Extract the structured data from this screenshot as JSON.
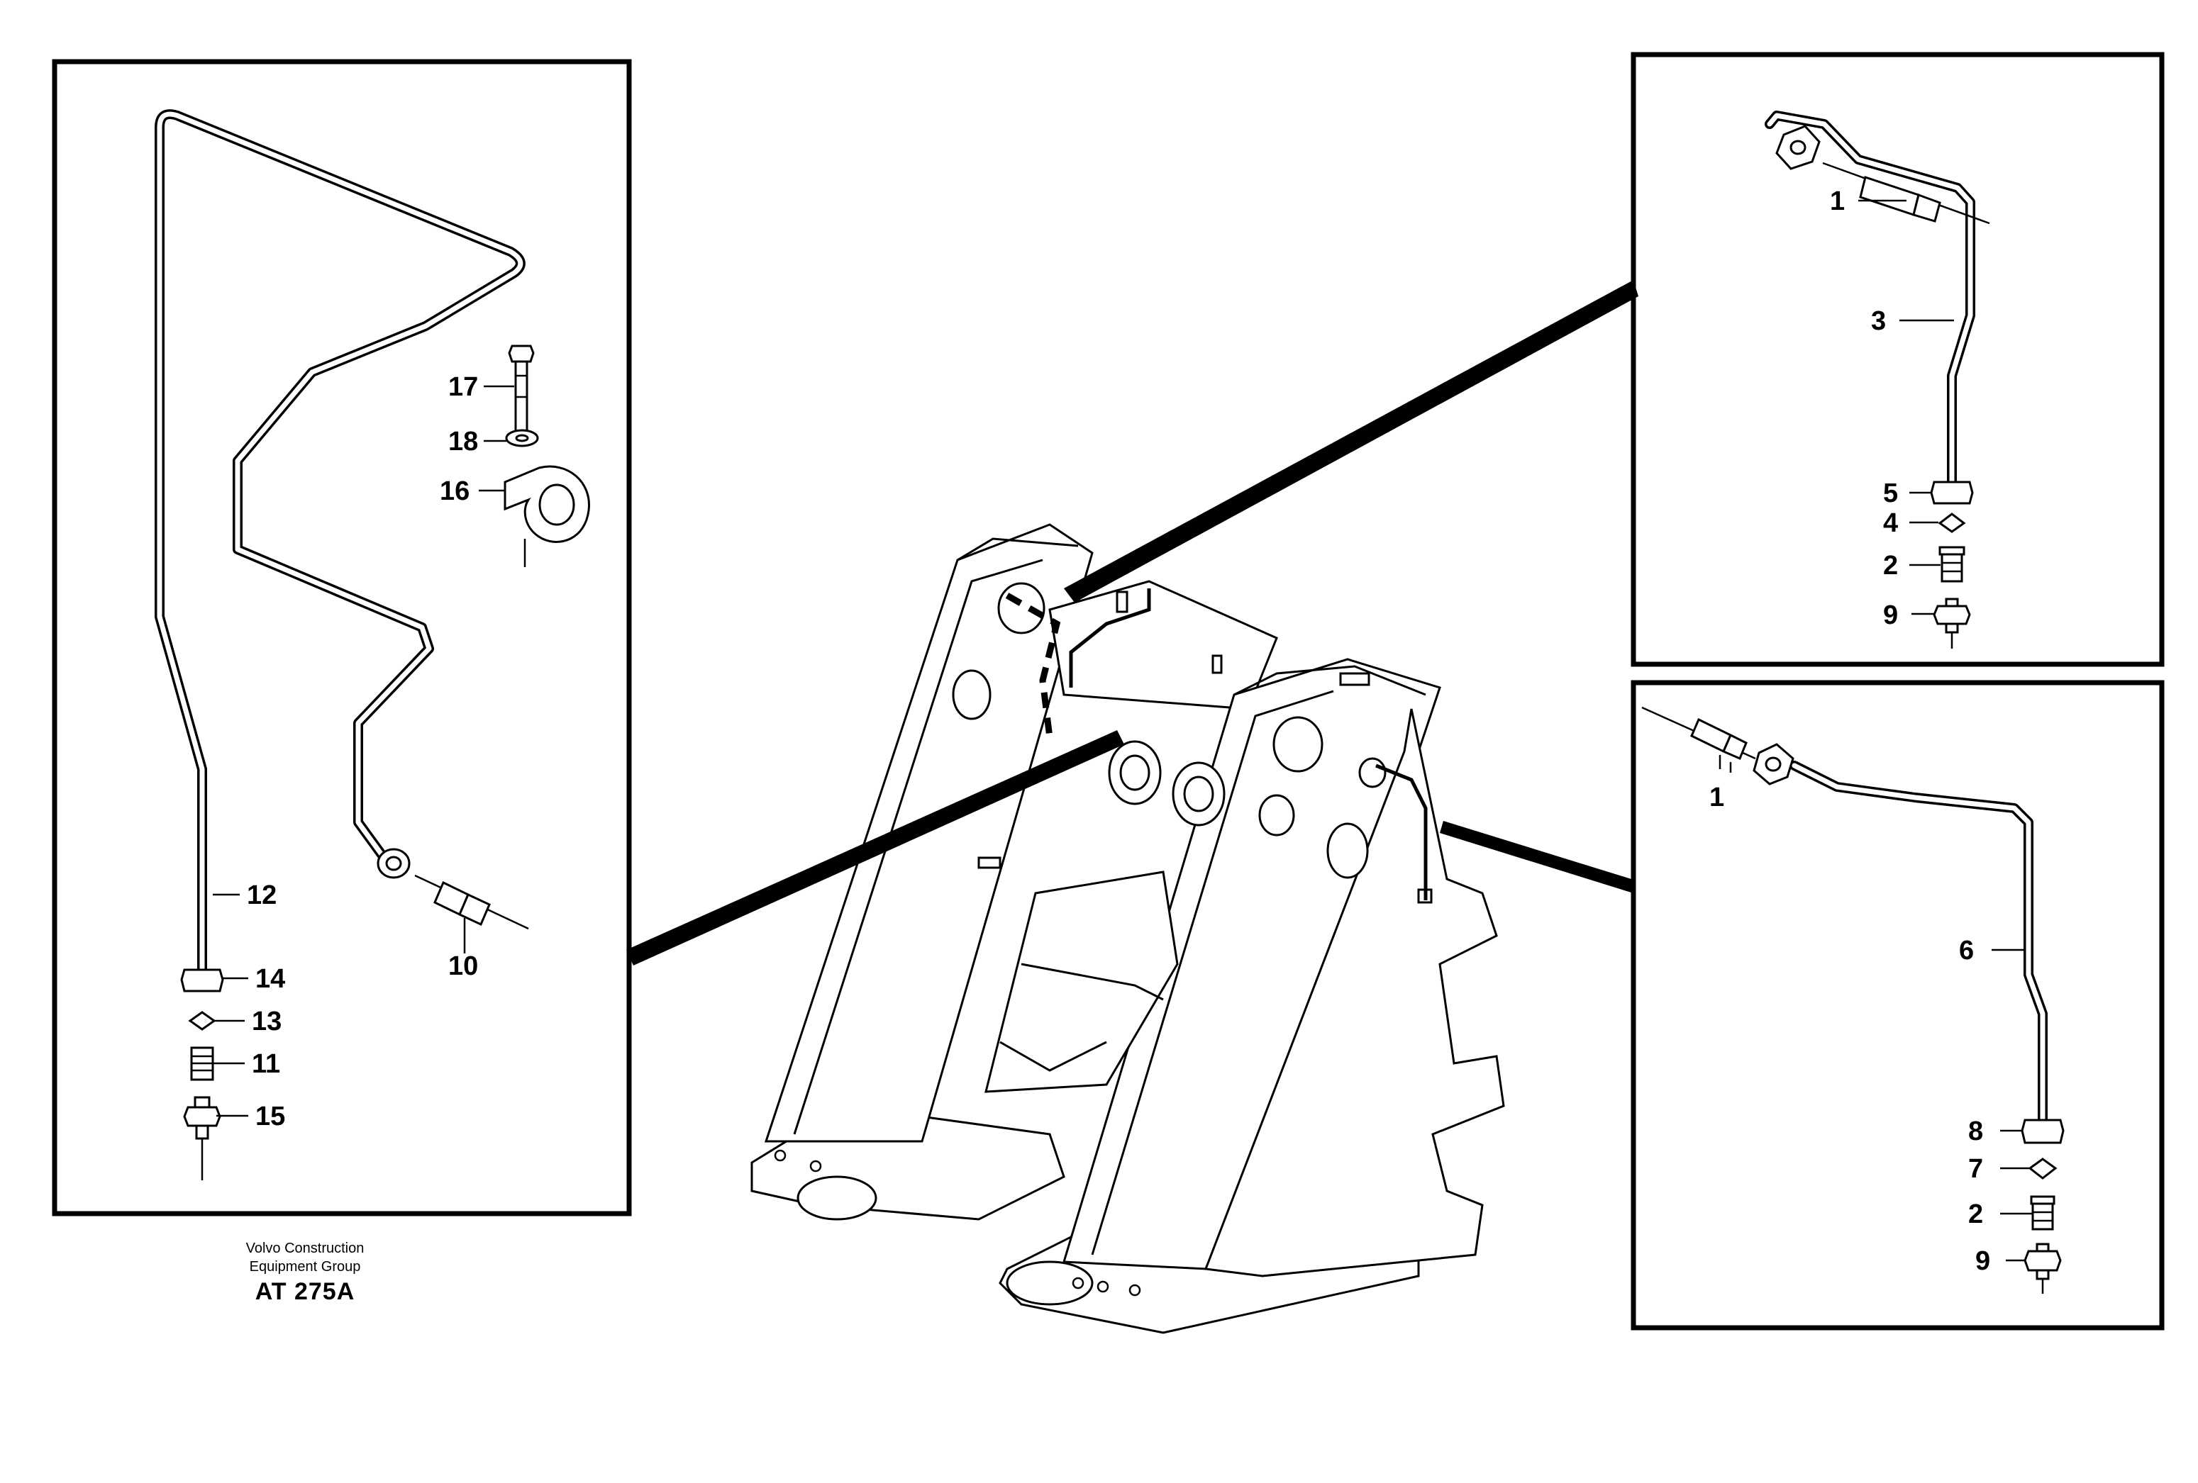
{
  "credit": {
    "line1": "Volvo Construction",
    "line2": "Equipment Group",
    "code": "AT 275A"
  },
  "callouts": {
    "c1a": "1",
    "c3": "3",
    "c5": "5",
    "c4": "4",
    "c2a": "2",
    "c9a": "9",
    "c1b": "1",
    "c6": "6",
    "c8": "8",
    "c7": "7",
    "c2b": "2",
    "c9b": "9",
    "c17": "17",
    "c18": "18",
    "c16": "16",
    "c12": "12",
    "c10": "10",
    "c14": "14",
    "c13": "13",
    "c11": "11",
    "c15": "15"
  }
}
